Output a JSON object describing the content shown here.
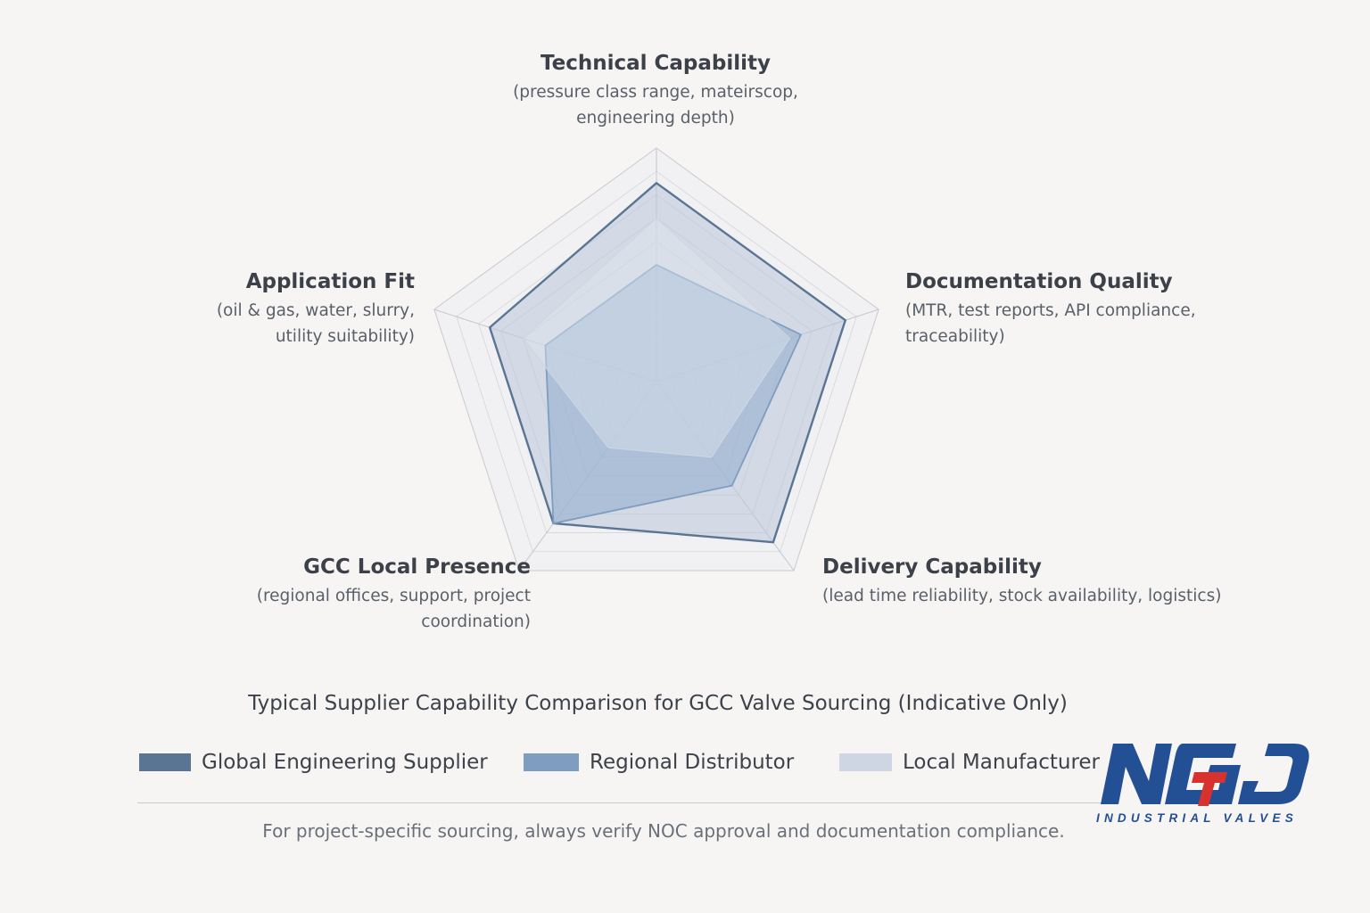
{
  "chart_data": {
    "type": "radar",
    "title": "Typical Supplier Capability Comparison for GCC Valve Sourcing (Indicative Only)",
    "axes": [
      {
        "name": "Technical Capability",
        "description": "(pressure class range, mateirscop, engineering depth)"
      },
      {
        "name": "Documentation Quality",
        "description": "(MTR, test reports, API compliance, traceability)"
      },
      {
        "name": "Delivery Capability",
        "description": "(lead time reliability, stock availability, logistics)"
      },
      {
        "name": "GCC Local Presence",
        "description": "(regional offices, support, project coordination)"
      },
      {
        "name": "Application Fit",
        "description": "(oil & gas, water, slurry, utility suitability)"
      }
    ],
    "rlim": [
      0,
      10
    ],
    "grid": true,
    "legend_position": "bottom",
    "series": [
      {
        "name": "Global Engineering Supplier",
        "color": "#5a7594",
        "values": [
          8.5,
          8.5,
          8.5,
          7.5,
          7.5
        ]
      },
      {
        "name": "Regional Distributor",
        "color": "#7e9dc0",
        "values": [
          5.0,
          6.5,
          5.5,
          7.5,
          5.0
        ]
      },
      {
        "name": "Local Manufacturer",
        "color": "#cdd6e2",
        "values": [
          7.0,
          6.0,
          4.0,
          3.5,
          6.0
        ]
      }
    ]
  },
  "axis_lines": {
    "technical": [
      "Technical Capability",
      "(pressure class range, mateirscop,",
      "engineering depth)"
    ],
    "documentation": [
      "Documentation Quality",
      "(MTR, test reports, API compliance,",
      "traceability)"
    ],
    "delivery": [
      "Delivery Capability",
      "(lead time reliability, stock availability, logistics)"
    ],
    "gcc": [
      "GCC Local Presence",
      "(regional offices, support, project",
      "coordination)"
    ],
    "application": [
      "Application Fit",
      "(oil & gas, water, slurry,",
      "utility suitability)"
    ]
  },
  "footnote": "For project-specific sourcing, always verify NOC approval and documentation compliance.",
  "logo": {
    "text": "NGD",
    "tagline": "INDUSTRIAL VALVES",
    "primary_color": "#234f94",
    "accent_color": "#d8322f"
  }
}
